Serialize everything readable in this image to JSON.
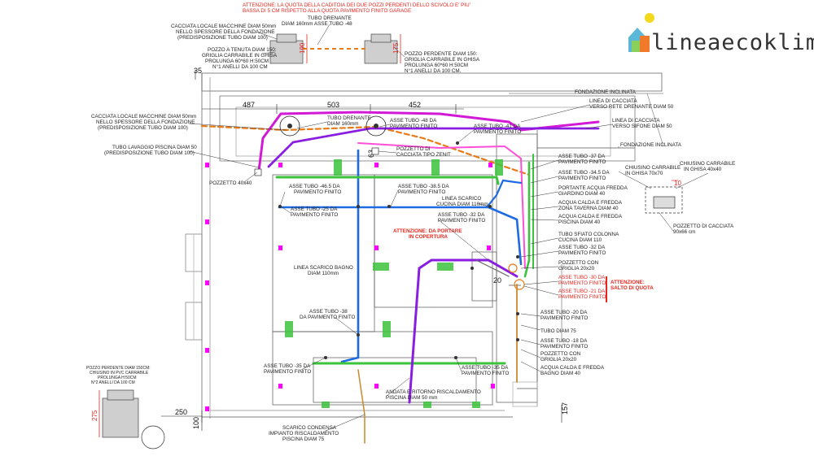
{
  "logo": {
    "text": "lineaecoklima.it"
  },
  "colors": {
    "magenta": "#d21ad6",
    "purple": "#8a1ee0",
    "blue": "#1e6ae0",
    "green": "#3cc23c",
    "orange": "#e87a18",
    "red": "#e8261e",
    "pink": "#ff00ff",
    "brown": "#c88a2a"
  },
  "warnings": {
    "top_1": "ATTENZIONE: LA QUOTA DELLA CADITOIA DEI DUE POZZI PERDENTI DELLO SCIVOLO E' PIU'",
    "top_2": "BASSA DI 5 CM RISPETTO ALLA QUOTA PAVIMENTO FINITO GARAGE",
    "portare_1": "ATTENZIONE: DA PORTARE",
    "portare_2": "IN COPERTURA",
    "salto_1": "ATTENZIONE:",
    "salto_2": "SALTO DI QUOTA",
    "axis_30_1": "ASSE TUBO -30 DA",
    "axis_30_2": "PAVIMENTO FINITO",
    "axis_21_1": "ASSE TUBO -21 DA",
    "axis_21_2": "PAVIMENTO FINITO"
  },
  "dimensions": {
    "d35": "35",
    "d487": "487",
    "d503": "503",
    "d452": "452",
    "d63": "63",
    "d190": "190",
    "d175": "175",
    "d20": "20",
    "d250": "250",
    "d100": "100",
    "d275": "275",
    "d157": "157",
    "d10": "10"
  },
  "labels": {
    "cacciata_top_1": "CACCIATA LOCALE MACCHINE DIAM 50mm",
    "cacciata_top_2": "NELLO SPESSORE DELLA FONDAZIONE",
    "cacciata_top_3": "(PREDISPOSIZIONE TUBO DIAM 100)",
    "tubo_drenante_top_1": "TUBO DRENANTE",
    "tubo_drenante_top_2": "DIAM 160mm ASSE TUBO -48",
    "pozzo_tenuta_1": "POZZO A TENUTA DIAM 150:",
    "pozzo_tenuta_2": "GRIGLIA CARRABILE IN GHISA",
    "pozzo_tenuta_3": "PROLUNGA 60*60 H:50CM",
    "pozzo_tenuta_4": "N°1 ANELLI DA 100 CM",
    "pozzo_perdente_1": "POZZO PERDENTE DIAM 150:",
    "pozzo_perdente_2": "GRIGLIA CARRABILE IN GHISA",
    "pozzo_perdente_3": "PROLUNGA 60*60 H:50CM",
    "pozzo_perdente_4": "N°1 ANELLI DA 100 CM.",
    "fondazione_inclinata_1": "FONDAZIONE INCLINATA",
    "linea_cacciata_1a": "LINEA DI CACCIATA",
    "linea_cacciata_1b": "VERSO RETE DRENANTE DIAM 50",
    "linea_cacciata_2a": "LINEA DI CACCIATA",
    "linea_cacciata_2b": "VERSO SIFONE DIAM 50",
    "fondazione_inclinata_2": "FONDAZIONE INCLINATA",
    "cacciata_mid_1": "CACCIATA LOCALE MACCHINE DIAM 50mm",
    "cacciata_mid_2": "NELLO SPESSORE DELLA FONDAZIONE",
    "cacciata_mid_3": "(PREDISPOSIZIONE TUBO DIAM 100)",
    "tubo_drenante_mid_1": "TUBO DRENANTE",
    "tubo_drenante_mid_2": "DIAM 160mm",
    "asse_48_1": "ASSE TUBO -48 DA",
    "asse_48_2": "PAVIMENTO FINITO",
    "asse_41_1": "ASSE TUBO -41 DA",
    "asse_41_2": "PAVIMENTO FINITO",
    "tubo_lavaggio_1": "TUBO LAVAGGIO PISCINA DIAM 50",
    "tubo_lavaggio_2": "(PREDISPOSIZIONE TUBO DIAM 100)",
    "pozzetto_cacciata_1": "POZZETTO DI",
    "pozzetto_cacciata_2": "CACCIATA TIPO ZENIT",
    "asse_37_1": "ASSE TUBO -37 DA",
    "asse_37_2": "PAVIMENTO FINITO",
    "chiusino_1": "CHIUSINO CARRABILE",
    "chiusino_2": "IN GHISA 40x40",
    "chiusino_carrabile_70": "CHIUSINO CARRABILE",
    "in_ghisa_70": "IN GHISA 70x70",
    "asse_345_1": "ASSE TUBO -34.5 DA",
    "asse_345_2": "PAVIMENTO FINITO",
    "pozzetto_40": "POZZETTO 40x40",
    "asse_465_1": "ASSE TUBO -46.5 DA",
    "asse_465_2": "PAVIMENTO FINITO",
    "asse_385_1": "ASSE TUBO -38.5 DA",
    "asse_385_2": "PAVIMENTO FINITO",
    "linea_cucina_1": "LINEA SCARICO",
    "linea_cucina_2": "CUCINA DIAM 110mm",
    "portante_1": "PORTANTE ACQUA FREDDA",
    "portante_2": "GIARDINO DIAM 40",
    "acqua_taverna_1": "ACQUA CALDA E FREDDA",
    "acqua_taverna_2": "ZONA TAVERNA DIAM 40",
    "asse_25_1": "ASSE TUBO -25 DA",
    "asse_25_2": "PAVIMENTO FINITO",
    "asse_32a_1": "ASSE TUBO -32 DA",
    "asse_32a_2": "PAVIMENTO FINITO",
    "acqua_piscina_1": "ACQUA CALDA E FREDDA",
    "acqua_piscina_2": "PISCINA DIAM 40",
    "pozzetto_cacciata_r_1": "POZZETTO DI CACCIATA",
    "pozzetto_cacciata_r_2": "90x66 cm",
    "tubo_sfiato_1": "TUBO SFIATO COLONNA",
    "tubo_sfiato_2": "CUCINA DIAM 110",
    "asse_32b_1": "ASSE TUBO -32 DA",
    "asse_32b_2": "PAVIMENTO FINITO",
    "linea_bagno_1": "LINEA SCARICO BAGNO",
    "linea_bagno_2": "DIAM 110mm",
    "pozzetto_griglia_1": "POZZETTO CON",
    "pozzetto_griglia_2": "GRIGLIA 20x20",
    "asse_38_1": "ASSE TUBO -38",
    "asse_38_2": "DA PAVIMENTO FINITO",
    "asse_20_1": "ASSE TUBO -20 DA",
    "asse_20_2": "PAVIMENTO FINITO",
    "tubo_75": "TUBO DIAM 75",
    "asse_18_1": "ASSE TUBO -18 DA",
    "asse_18_2": "PAVIMENTO FINITO",
    "pozzetto_griglia_b_1": "POZZETTO CON",
    "pozzetto_griglia_b_2": "GRIGLIA 20x20",
    "asse_35a_1": "ASSE TUBO -35 DA",
    "asse_35a_2": "PAVIMENTO FINITO",
    "asse_35b_1": "ASSE TUBO -35 DA",
    "asse_35b_2": "PAVIMENTO FINITO",
    "acqua_bagno_1": "ACQUA CALDA E FREDDA",
    "acqua_bagno_2": "BAGNO DIAM 40",
    "andata_1": "ANDATA E RITORNO RISCALDAMENTO",
    "andata_2": "PISCINA DIAM 50 mm",
    "scarico_1": "SCARICO CONDENSA",
    "scarico_2": "IMPIANTO RISCALDAMENTO",
    "scarico_3": "PISCINA DIAM 75",
    "pozzo_bl_1": "POZZO PERDENTE DIAM 150CM:",
    "pozzo_bl_2": "CHIUSINO IN PVC CARRABILE",
    "pozzo_bl_3": "PROLUNGA H:50CM",
    "pozzo_bl_4": "N°2 ANELLI DA 100 CM"
  }
}
